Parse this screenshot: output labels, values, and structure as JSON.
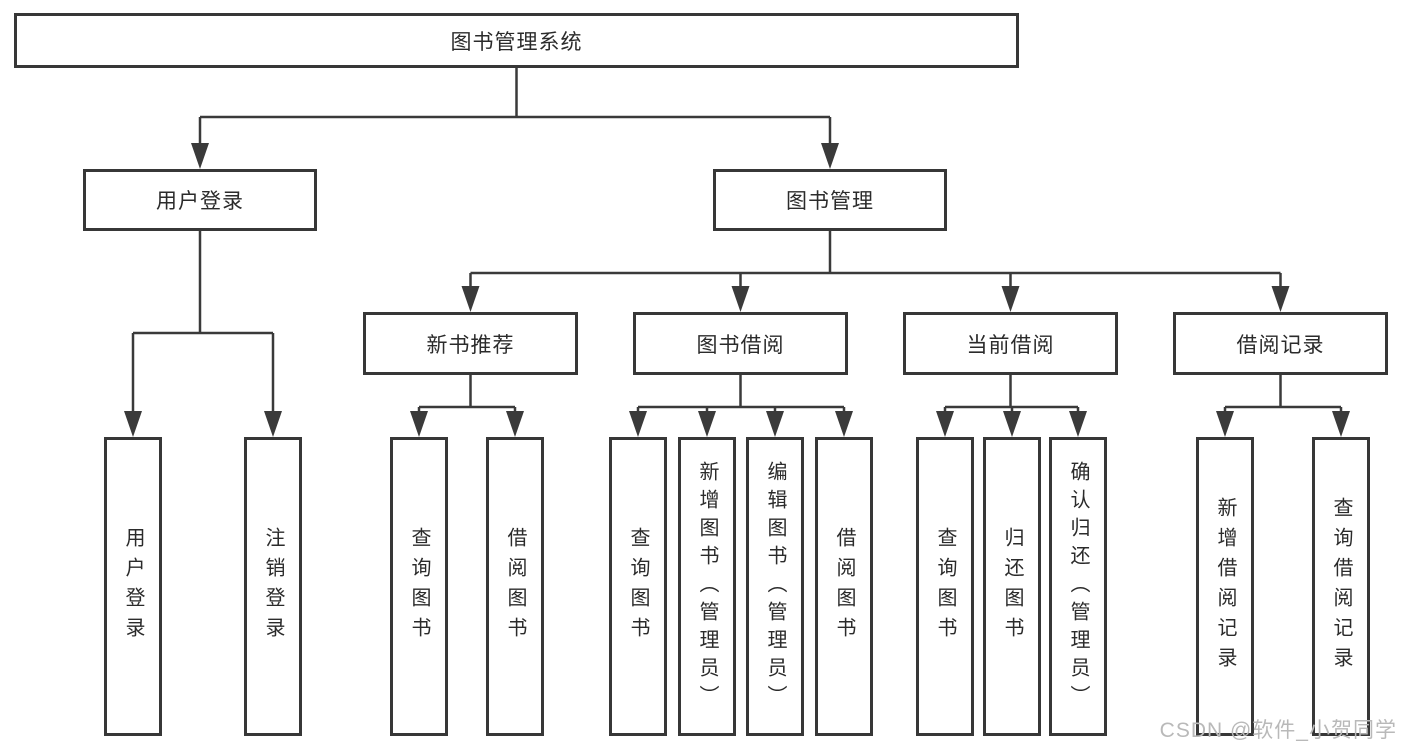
{
  "diagram": {
    "root": {
      "label": "图书管理系统"
    },
    "branches": [
      {
        "label": "用户登录",
        "children": [
          {
            "label": "用户登录"
          },
          {
            "label": "注销登录"
          }
        ]
      },
      {
        "label": "图书管理",
        "children": [
          {
            "label": "新书推荐",
            "children": [
              {
                "label": "查询图书"
              },
              {
                "label": "借阅图书"
              }
            ]
          },
          {
            "label": "图书借阅",
            "children": [
              {
                "label": "查询图书"
              },
              {
                "label": "新增图书（管理员）"
              },
              {
                "label": "编辑图书（管理员）"
              },
              {
                "label": "借阅图书"
              }
            ]
          },
          {
            "label": "当前借阅",
            "children": [
              {
                "label": "查询图书"
              },
              {
                "label": "归还图书"
              },
              {
                "label": "确认归还（管理员）"
              }
            ]
          },
          {
            "label": "借阅记录",
            "children": [
              {
                "label": "新增借阅记录"
              },
              {
                "label": "查询借阅记录"
              }
            ]
          }
        ]
      }
    ]
  },
  "watermark": {
    "text": "CSDN @软件_小贺同学"
  },
  "colors": {
    "line": "#3a3a3a",
    "border": "#373737",
    "text": "#2b2b2b",
    "watermark": "#b9b9b9",
    "background": "#ffffff"
  }
}
